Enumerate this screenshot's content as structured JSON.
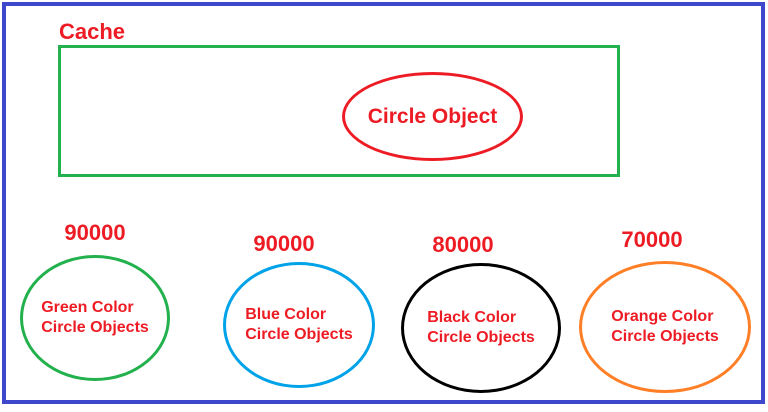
{
  "diagram": {
    "cache": {
      "label": "Cache",
      "object_label": "Circle Object"
    },
    "groups": [
      {
        "count": "90000",
        "label_lines": [
          "Green Color",
          "Circle Objects"
        ],
        "color_name": "green",
        "color": "#22B14C"
      },
      {
        "count": "90000",
        "label_lines": [
          "Blue Color",
          "Circle Objects"
        ],
        "color_name": "blue",
        "color": "#00A2E8"
      },
      {
        "count": "80000",
        "label_lines": [
          "Black Color",
          "Circle Objects"
        ],
        "color_name": "black",
        "color": "#000000"
      },
      {
        "count": "70000",
        "label_lines": [
          "Orange Color",
          "Circle Objects"
        ],
        "color_name": "orange",
        "color": "#FF7F27"
      }
    ],
    "colors": {
      "frame_border": "#3F48CC",
      "cache_rect_border": "#22B14C",
      "text_red": "#ED1C24",
      "cache_object_border": "#ED1C24"
    }
  }
}
